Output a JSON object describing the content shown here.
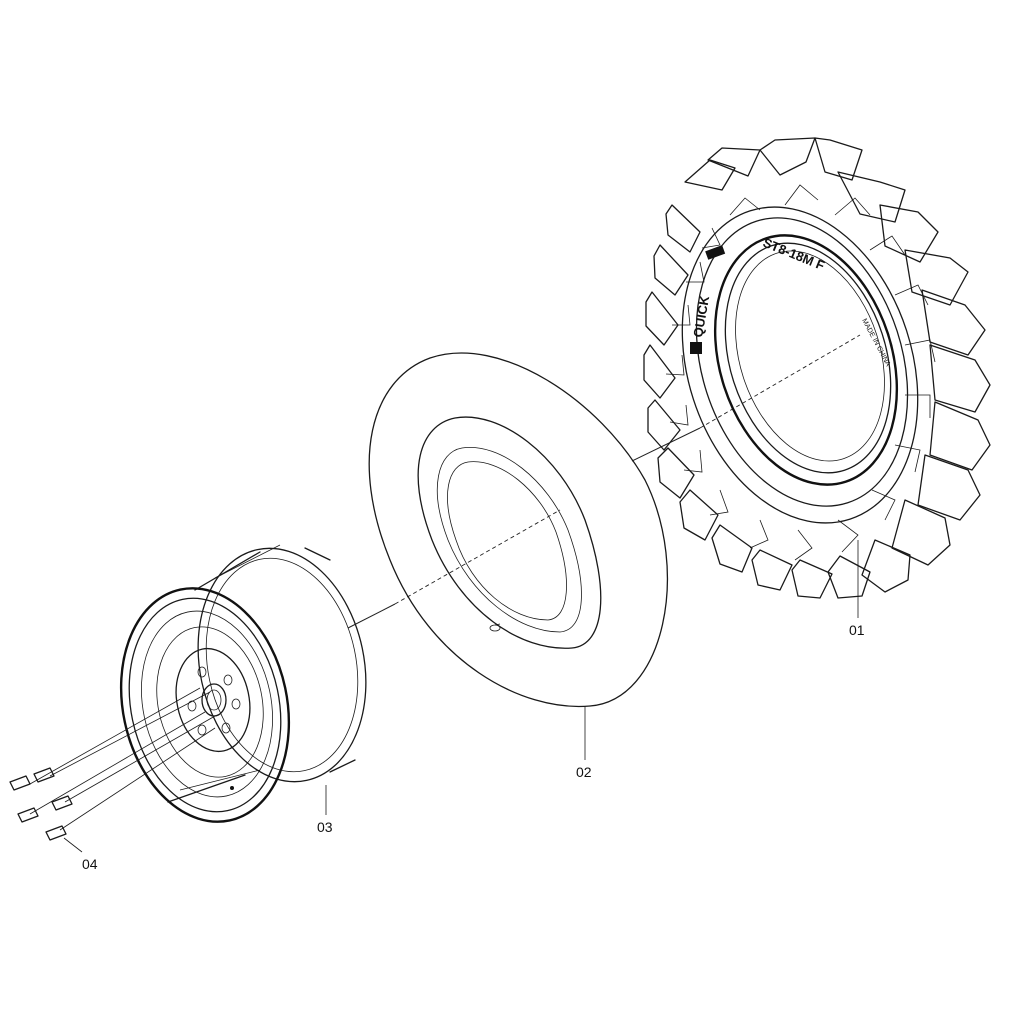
{
  "parts": [
    {
      "id": "01",
      "part": "tire"
    },
    {
      "id": "02",
      "part": "inner-tube"
    },
    {
      "id": "03",
      "part": "rim"
    },
    {
      "id": "04",
      "part": "wheel-bolts"
    }
  ],
  "tire_sidewall": {
    "brand": "QUICK",
    "size": "ST8-18M F",
    "small_print": "MADE IN CHINA"
  },
  "colors": {
    "line": "#1a1a1a",
    "background": "#ffffff"
  }
}
